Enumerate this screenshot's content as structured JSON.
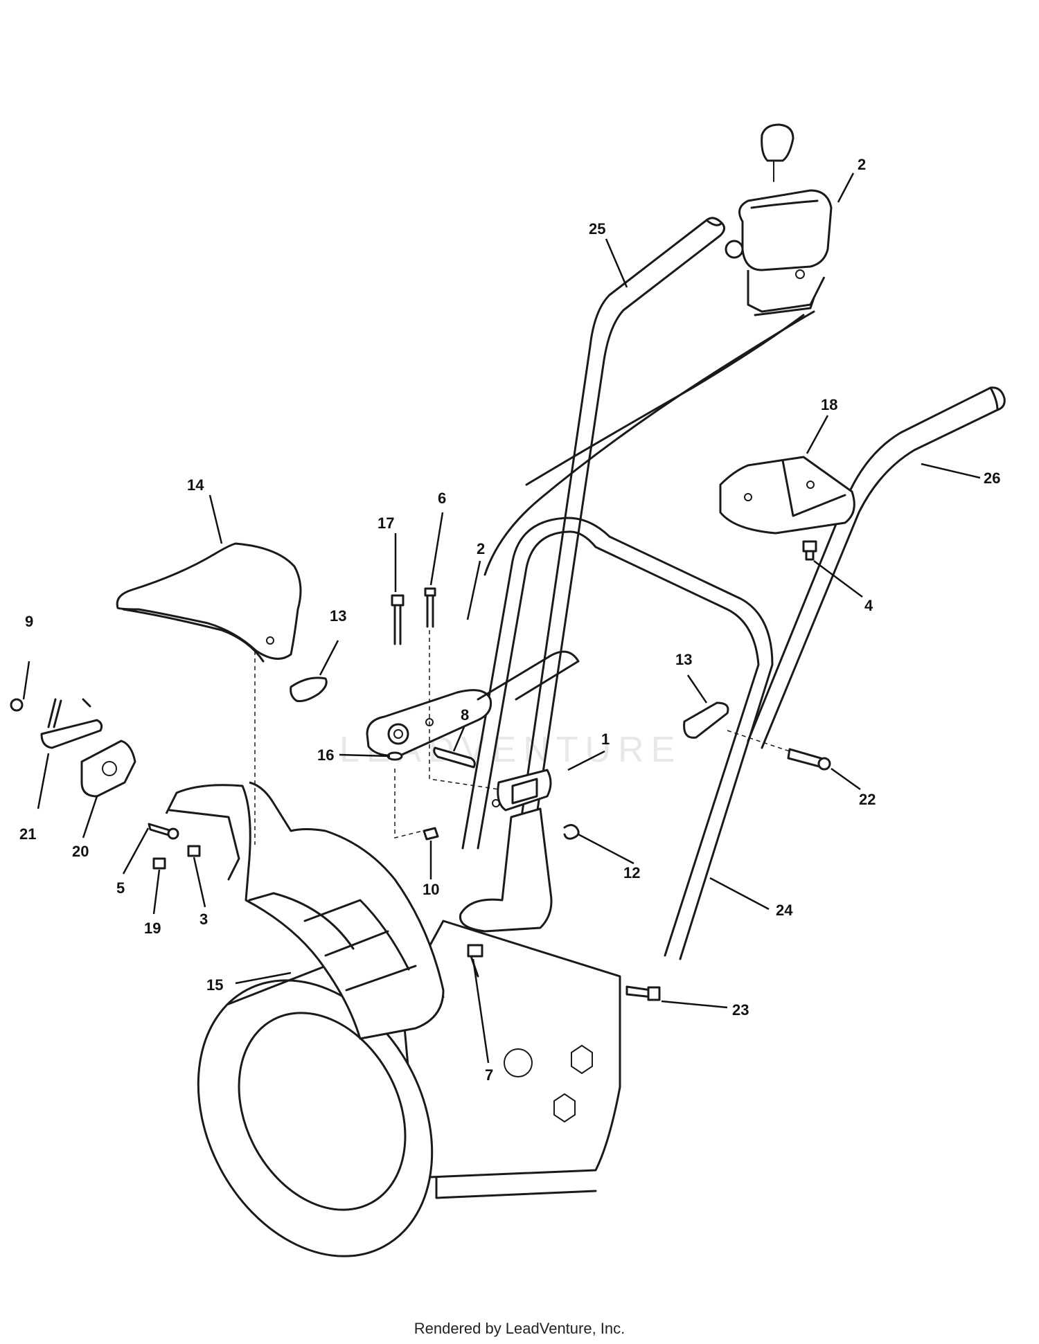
{
  "watermark_text": "LEADVENTURE",
  "footer_text": "Rendered by LeadVenture, Inc.",
  "callouts": {
    "c1": "1",
    "c2a": "2",
    "c2b": "2",
    "c3": "3",
    "c4": "4",
    "c5": "5",
    "c6": "6",
    "c7": "7",
    "c8": "8",
    "c9": "9",
    "c10": "10",
    "c12": "12",
    "c13a": "13",
    "c13b": "13",
    "c14": "14",
    "c15": "15",
    "c16": "16",
    "c17": "17",
    "c18": "18",
    "c19": "19",
    "c20": "20",
    "c21": "21",
    "c22": "22",
    "c23": "23",
    "c24": "24",
    "c25": "25",
    "c26": "26"
  }
}
